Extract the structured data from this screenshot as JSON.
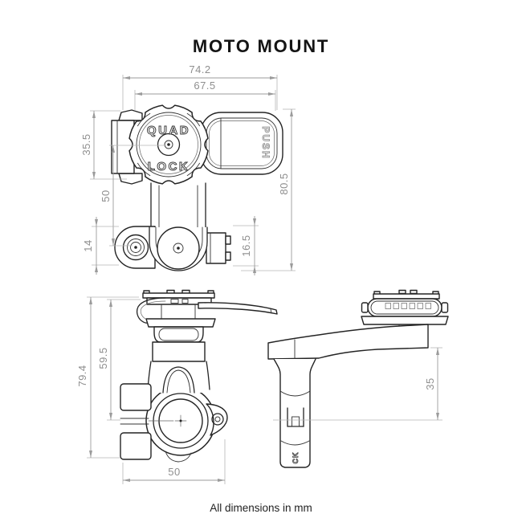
{
  "page": {
    "title": "MOTO MOUNT",
    "footer_note": "All dimensions in mm"
  },
  "branding": {
    "head_line1": "QUAD",
    "head_line2": "LOCK",
    "lever": "PUSH",
    "knob": "CK"
  },
  "dimensions": {
    "front": {
      "overall_width": "74.2",
      "body_width": "67.5",
      "head_offset": "35.5",
      "head_to_pivot": "50",
      "arm_thickness": "14",
      "overall_height": "80.5",
      "arm_depth": "16.5"
    },
    "side": {
      "overall_height": "79.4",
      "top_to_bar_center": "59.5",
      "clamp_width": "50"
    },
    "rear": {
      "arm_drop": "35"
    }
  },
  "colors": {
    "drawing_line": "#242424",
    "dimension_line": "#9b9b9b",
    "dimension_text": "#8f8f8f",
    "background": "#ffffff"
  }
}
